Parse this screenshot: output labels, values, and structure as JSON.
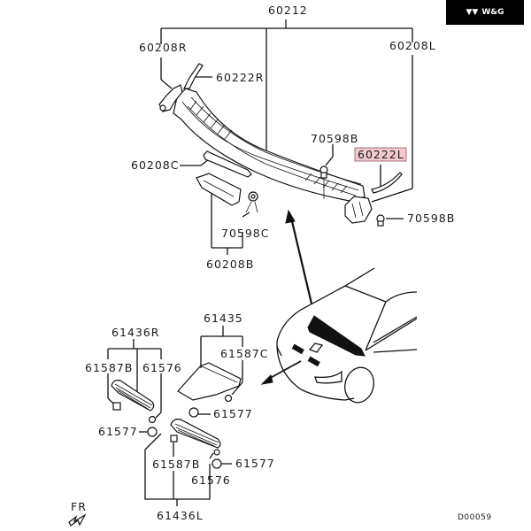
{
  "brand_badge": {
    "text": "W&G",
    "icon": "wg-logo-icon",
    "background": "#000000",
    "color": "#ffffff"
  },
  "diagram": {
    "title": "Cowl top panel & hood ventilator parts",
    "code": "D00059",
    "direction_indicator": {
      "label": "FR",
      "icon": "front-arrow-icon"
    },
    "highlight_color": "#f3c9cf",
    "callouts": {
      "c60212": "60212",
      "c60208R": "60208R",
      "c60208L": "60208L",
      "c60222R": "60222R",
      "c60222L": "60222L",
      "c70598B_top": "70598B",
      "c70598B_right": "70598B",
      "c60208C": "60208C",
      "c70598C": "70598C",
      "c60208B": "60208B",
      "c61435": "61435",
      "c61587C": "61587C",
      "c61436R": "61436R",
      "c61587B_r": "61587B",
      "c61576_r": "61576",
      "c61577_mid": "61577",
      "c61577_left": "61577",
      "c61587B_l": "61587B",
      "c61577_right": "61577",
      "c61576_l": "61576",
      "c61436L": "61436L"
    },
    "highlighted_part": "60222L"
  }
}
